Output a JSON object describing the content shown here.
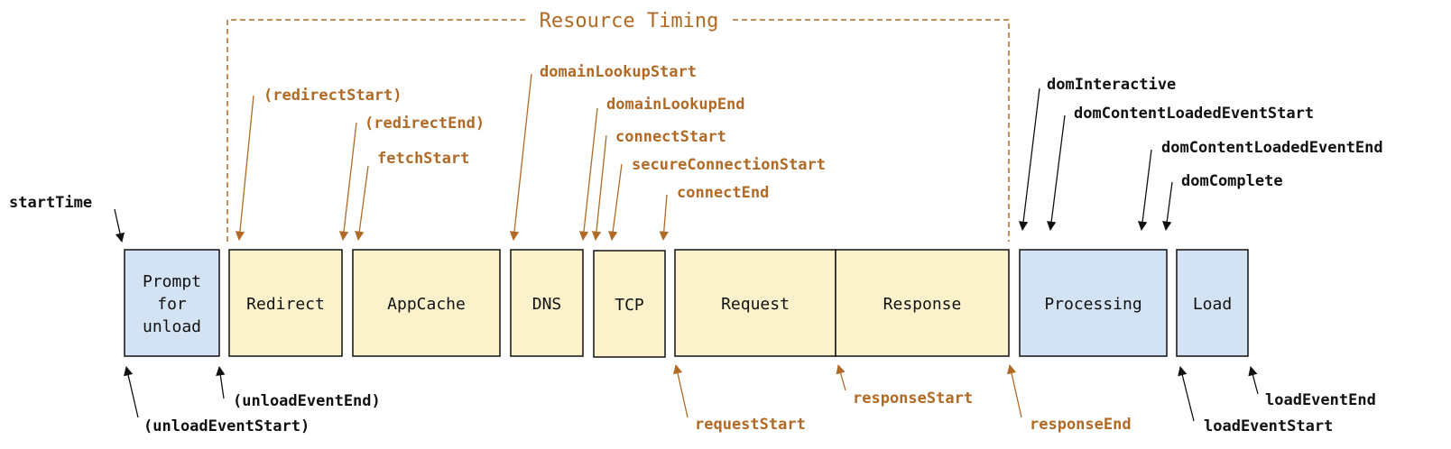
{
  "colors": {
    "browser_phase_fill": "#d3e3f3",
    "network_phase_fill": "#fbf2cc",
    "resource_timing_accent": "#b06a25",
    "black": "#111111"
  },
  "resource_timing_title": "Resource Timing",
  "phases": {
    "prompt_for_unload": [
      "Prompt",
      "for",
      "unload"
    ],
    "redirect": "Redirect",
    "appcache": "AppCache",
    "dns": "DNS",
    "tcp": "TCP",
    "request": "Request",
    "response": "Response",
    "processing": "Processing",
    "load": "Load"
  },
  "events": {
    "start_time": "startTime",
    "unload_event_start": "(unloadEventStart)",
    "unload_event_end": "(unloadEventEnd)",
    "redirect_start": "(redirectStart)",
    "redirect_end": "(redirectEnd)",
    "fetch_start": "fetchStart",
    "domain_lookup_start": "domainLookupStart",
    "domain_lookup_end": "domainLookupEnd",
    "connect_start": "connectStart",
    "secure_connection_start": "secureConnectionStart",
    "connect_end": "connectEnd",
    "request_start": "requestStart",
    "response_start": "responseStart",
    "response_end": "responseEnd",
    "dom_interactive": "domInteractive",
    "dom_content_loaded_event_start": "domContentLoadedEventStart",
    "dom_content_loaded_event_end": "domContentLoadedEventEnd",
    "dom_complete": "domComplete",
    "load_event_start": "loadEventStart",
    "load_event_end": "loadEventEnd"
  }
}
